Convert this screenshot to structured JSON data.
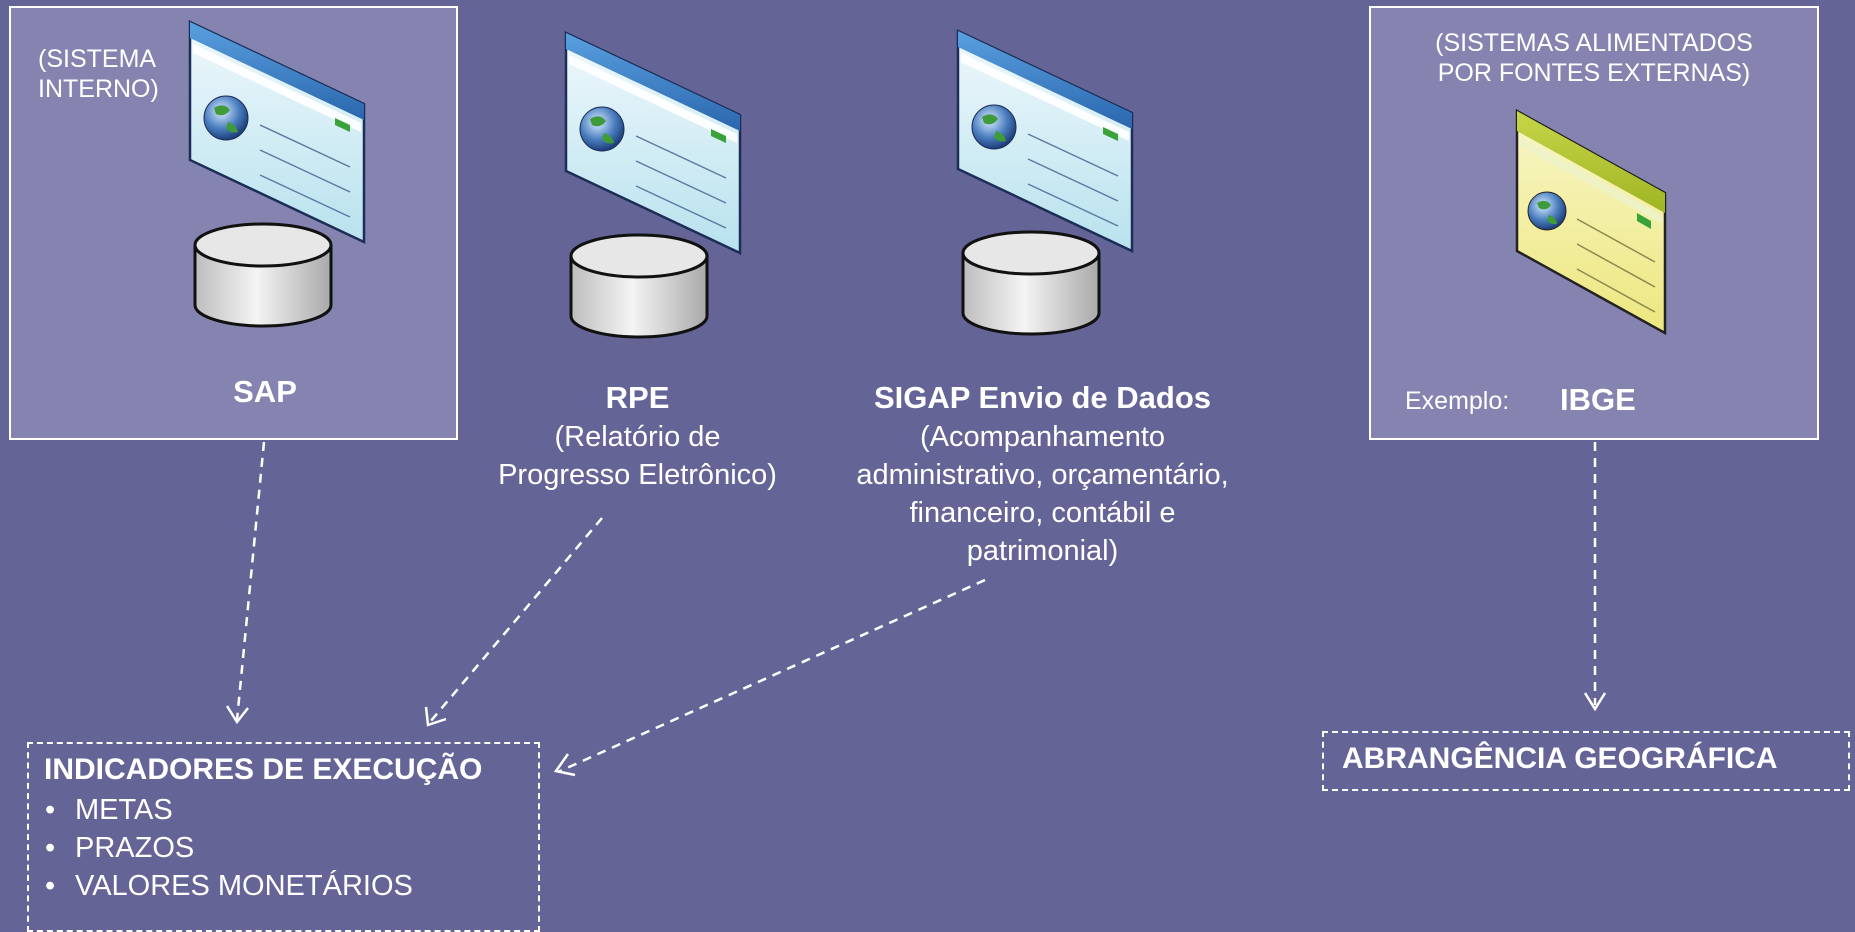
{
  "systems": {
    "sap": {
      "note": "(SISTEMA\nINTERNO)",
      "name": "SAP"
    },
    "rpe": {
      "name": "RPE",
      "description": "(Relatório de\nProgresso Eletrônico)"
    },
    "sigap": {
      "name": "SIGAP Envio de Dados",
      "description": "(Acompanhamento\nadministrativo, orçamentário,\nfinanceiro, contábil e\npatrimonial)"
    },
    "external": {
      "note": "(SISTEMAS ALIMENTADOS\nPOR FONTES EXTERNAS)",
      "example_label": "Exemplo:",
      "name": "IBGE"
    }
  },
  "outputs": {
    "execution": {
      "title": "INDICADORES DE EXECUÇÃO",
      "items": [
        "METAS",
        "PRAZOS",
        "VALORES MONETÁRIOS"
      ]
    },
    "geographic": {
      "title": "ABRANGÊNCIA GEOGRÁFICA"
    }
  },
  "colors": {
    "background": "#646497",
    "panel": "#8584b1",
    "browser_blue": "#3d7fc0",
    "browser_yellow_green": "#b4c832",
    "database": "#d6d6d6"
  },
  "icons": [
    "browser-window-icon",
    "database-icon",
    "globe-icon"
  ]
}
